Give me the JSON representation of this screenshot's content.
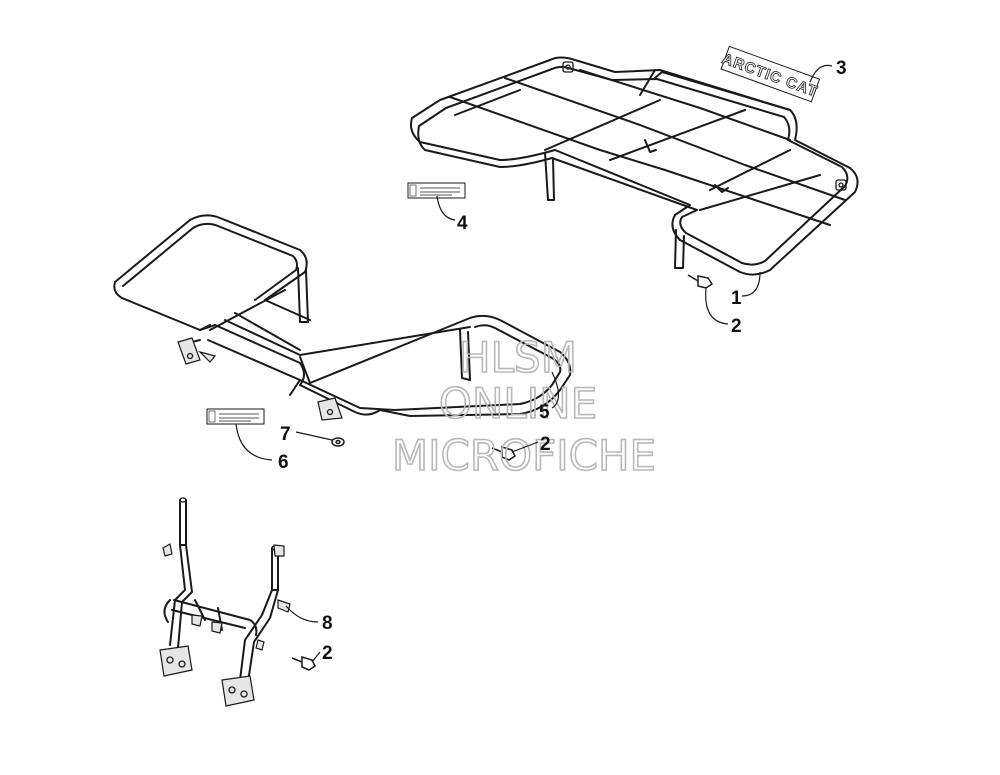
{
  "callouts": [
    {
      "id": "c1",
      "label": "1"
    },
    {
      "id": "c2a",
      "label": "2"
    },
    {
      "id": "c3",
      "label": "3"
    },
    {
      "id": "c4",
      "label": "4"
    },
    {
      "id": "c5",
      "label": "5"
    },
    {
      "id": "c2b",
      "label": "2"
    },
    {
      "id": "c7",
      "label": "7"
    },
    {
      "id": "c6",
      "label": "6"
    },
    {
      "id": "c8",
      "label": "8"
    },
    {
      "id": "c2c",
      "label": "2"
    }
  ],
  "decal": {
    "text": "ARCTIC CAT"
  },
  "watermark": {
    "line1": "HLSM",
    "line2": "ONLINE",
    "line3": "MICROFICHE"
  }
}
